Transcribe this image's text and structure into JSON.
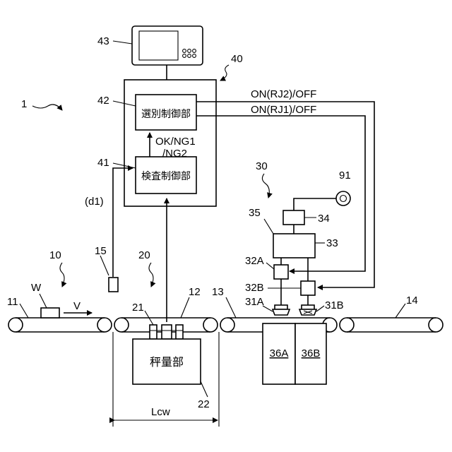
{
  "labels": {
    "system": "1",
    "conveyor_unit": "10",
    "weighing_unit": "20",
    "sorting_unit": "30",
    "control_unit": "40",
    "inspection_ctrl_ref": "41",
    "selection_ctrl_ref": "42",
    "display_ref": "43",
    "conveyor_11": "11",
    "conveyor_12": "12",
    "conveyor_13": "13",
    "conveyor_14": "14",
    "sensor_15": "15",
    "load_cell_21": "21",
    "weigher_22": "22",
    "nozzle_31A": "31A",
    "nozzle_31B": "31B",
    "valve_32A": "32A",
    "valve_32B": "32B",
    "ref_33": "33",
    "ref_34": "34",
    "ref_35": "35",
    "air_source_91": "91",
    "bin_36A": "36A",
    "bin_36B": "36B",
    "workpiece": "W",
    "velocity": "V",
    "length": "Lcw",
    "signal_d1": "(d1)"
  },
  "blocks": {
    "selection_ctrl": "選別制御部",
    "inspection_ctrl": "検査制御部",
    "weighing": "秤量部"
  },
  "signals": {
    "rj2": "ON(RJ2)/OFF",
    "rj1": "ON(RJ1)/OFF",
    "result_line1": "OK/NG1",
    "result_line2": "/NG2"
  }
}
